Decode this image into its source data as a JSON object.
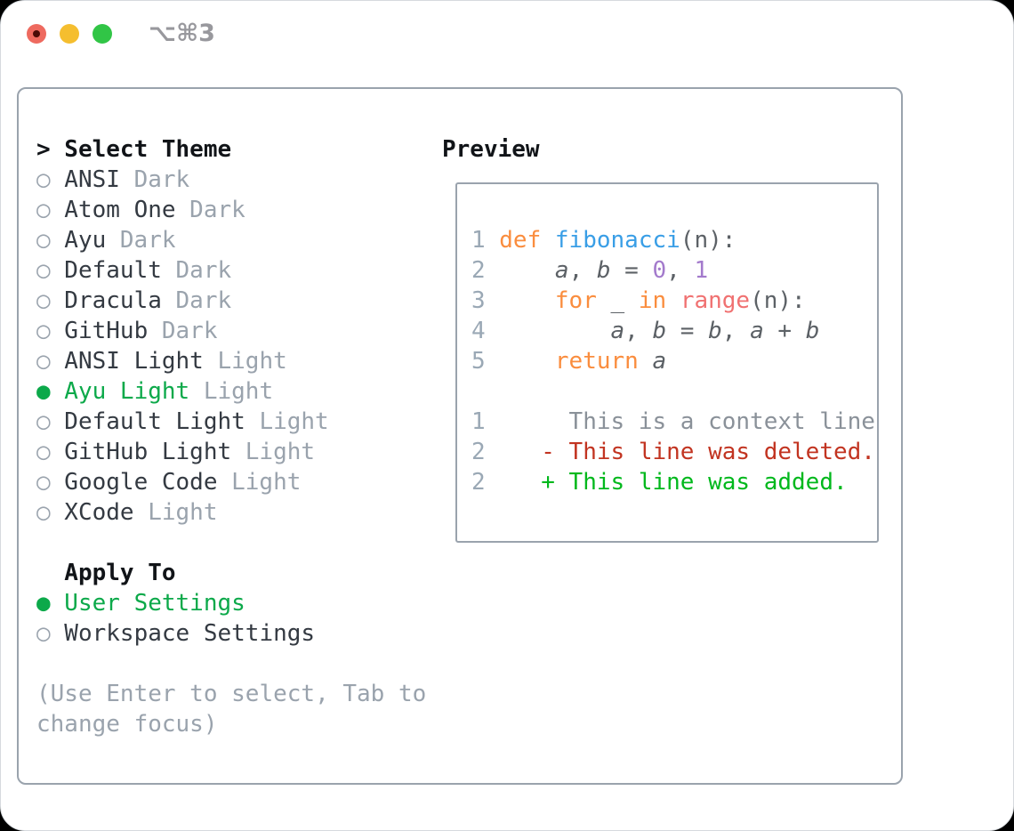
{
  "titlebar": {
    "shortcut": "⌥⌘3"
  },
  "glyphs": {
    "header_prefix": ">",
    "selected_bullet": "●",
    "unselected_bullet": "○"
  },
  "colors": {
    "muted": "#9AA3AD",
    "text_dark": "#343A42",
    "heading": "#111418",
    "selection_green": "#0CA94A",
    "keyword_orange": "#FA8D3E",
    "function_blue": "#399EE6",
    "constant_purple": "#A37ACC",
    "builtin_coral": "#F07171",
    "code_foreground": "#5C6166",
    "diff_deleted_red": "#C23421",
    "diff_added_green": "#00B81C",
    "traffic_red": "#EE6A5F",
    "traffic_yellow": "#F5BE2F",
    "traffic_green": "#31C546"
  },
  "theme_picker": {
    "header": "Select Theme",
    "items": [
      {
        "label": "ANSI",
        "variant": "Dark",
        "selected": false
      },
      {
        "label": "Atom One",
        "variant": "Dark",
        "selected": false
      },
      {
        "label": "Ayu",
        "variant": "Dark",
        "selected": false
      },
      {
        "label": "Default",
        "variant": "Dark",
        "selected": false
      },
      {
        "label": "Dracula",
        "variant": "Dark",
        "selected": false
      },
      {
        "label": "GitHub",
        "variant": "Dark",
        "selected": false
      },
      {
        "label": "ANSI Light",
        "variant": "Light",
        "selected": false
      },
      {
        "label": "Ayu Light",
        "variant": "Light",
        "selected": true
      },
      {
        "label": "Default Light",
        "variant": "Light",
        "selected": false
      },
      {
        "label": "GitHub Light",
        "variant": "Light",
        "selected": false
      },
      {
        "label": "Google Code",
        "variant": "Light",
        "selected": false
      },
      {
        "label": "XCode",
        "variant": "Light",
        "selected": false
      }
    ]
  },
  "apply_to": {
    "header": "Apply To",
    "options": [
      {
        "label": "User Settings",
        "selected": true
      },
      {
        "label": "Workspace Settings",
        "selected": false
      }
    ]
  },
  "hint_lines": [
    "(Use Enter to select, Tab to",
    "change focus)"
  ],
  "preview": {
    "header": "Preview",
    "lines": [
      {
        "num": "1",
        "tokens": [
          {
            "t": "def ",
            "c": "kw"
          },
          {
            "t": "fibonacci",
            "c": "fn"
          },
          {
            "t": "(n):",
            "c": "plain"
          }
        ]
      },
      {
        "num": "2",
        "tokens": [
          {
            "t": "    ",
            "c": "plain"
          },
          {
            "t": "a",
            "c": "var"
          },
          {
            "t": ", ",
            "c": "plain"
          },
          {
            "t": "b",
            "c": "var"
          },
          {
            "t": " = ",
            "c": "plain"
          },
          {
            "t": "0",
            "c": "const"
          },
          {
            "t": ", ",
            "c": "plain"
          },
          {
            "t": "1",
            "c": "const"
          }
        ]
      },
      {
        "num": "3",
        "tokens": [
          {
            "t": "    ",
            "c": "plain"
          },
          {
            "t": "for",
            "c": "kw"
          },
          {
            "t": " _ ",
            "c": "plain"
          },
          {
            "t": "in",
            "c": "kw"
          },
          {
            "t": " ",
            "c": "plain"
          },
          {
            "t": "range",
            "c": "special"
          },
          {
            "t": "(n):",
            "c": "plain"
          }
        ]
      },
      {
        "num": "4",
        "tokens": [
          {
            "t": "        ",
            "c": "plain"
          },
          {
            "t": "a",
            "c": "var"
          },
          {
            "t": ", ",
            "c": "plain"
          },
          {
            "t": "b",
            "c": "var"
          },
          {
            "t": " = ",
            "c": "plain"
          },
          {
            "t": "b",
            "c": "var"
          },
          {
            "t": ", ",
            "c": "plain"
          },
          {
            "t": "a",
            "c": "var"
          },
          {
            "t": " + ",
            "c": "plain"
          },
          {
            "t": "b",
            "c": "var"
          }
        ]
      },
      {
        "num": "5",
        "tokens": [
          {
            "t": "    ",
            "c": "plain"
          },
          {
            "t": "return",
            "c": "kw"
          },
          {
            "t": " ",
            "c": "plain"
          },
          {
            "t": "a",
            "c": "var"
          }
        ]
      },
      {
        "num": "",
        "tokens": []
      },
      {
        "num": "1",
        "tokens": [
          {
            "t": "     This is a context line.",
            "c": "ctx"
          }
        ]
      },
      {
        "num": "2",
        "tokens": [
          {
            "t": "   ",
            "c": "plain"
          },
          {
            "t": "- This line was deleted.",
            "c": "del"
          }
        ]
      },
      {
        "num": "2",
        "tokens": [
          {
            "t": "   ",
            "c": "plain"
          },
          {
            "t": "+ This line was added.",
            "c": "add"
          }
        ]
      }
    ]
  }
}
